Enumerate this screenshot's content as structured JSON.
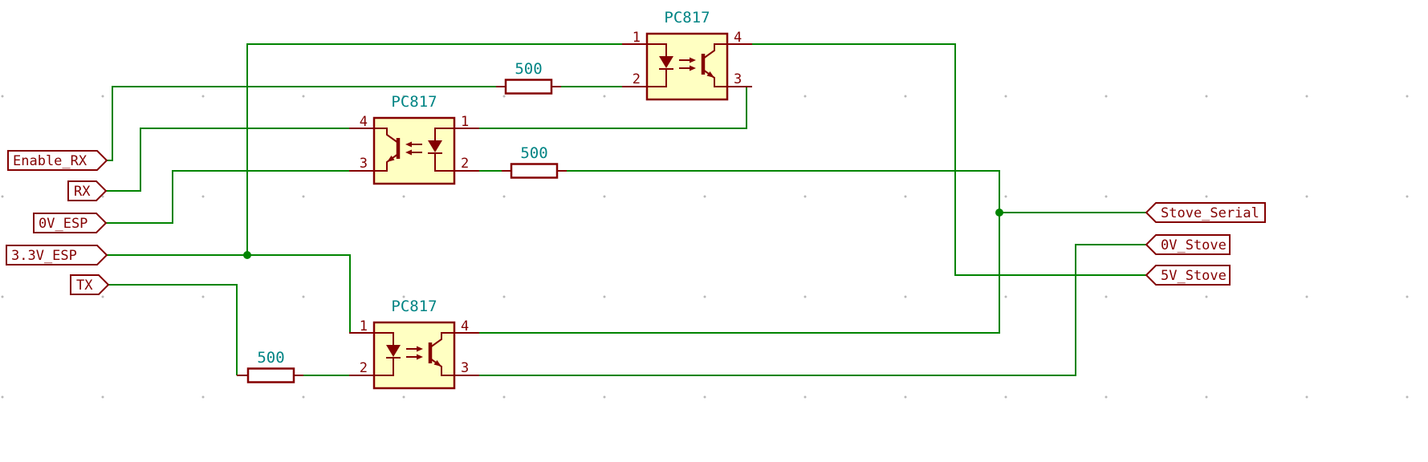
{
  "colors": {
    "background": "#ffffff",
    "grid_dot": "#b9b9b9",
    "wire": "#008400",
    "outline": "#840000",
    "fill": "#ffffc2",
    "value": "#008484",
    "resistor_fill": "#ffffff"
  },
  "optocouplers": [
    {
      "name": "PC817",
      "pin_lt": "1",
      "pin_lb": "2",
      "pin_rt": "4",
      "pin_rb": "3"
    },
    {
      "name": "PC817",
      "pin_lt": "4",
      "pin_lb": "3",
      "pin_rt": "1",
      "pin_rb": "2"
    },
    {
      "name": "PC817",
      "pin_lt": "1",
      "pin_lb": "2",
      "pin_rt": "4",
      "pin_rb": "3"
    }
  ],
  "resistors": [
    {
      "value": "500"
    },
    {
      "value": "500"
    },
    {
      "value": "500"
    }
  ],
  "net_labels": {
    "left": [
      {
        "name": "Enable_RX"
      },
      {
        "name": "RX"
      },
      {
        "name": "0V_ESP"
      },
      {
        "name": "3.3V_ESP"
      },
      {
        "name": "TX"
      }
    ],
    "right": [
      {
        "name": "Stove_Serial"
      },
      {
        "name": "0V_Stove"
      },
      {
        "name": "5V_Stove"
      }
    ]
  }
}
